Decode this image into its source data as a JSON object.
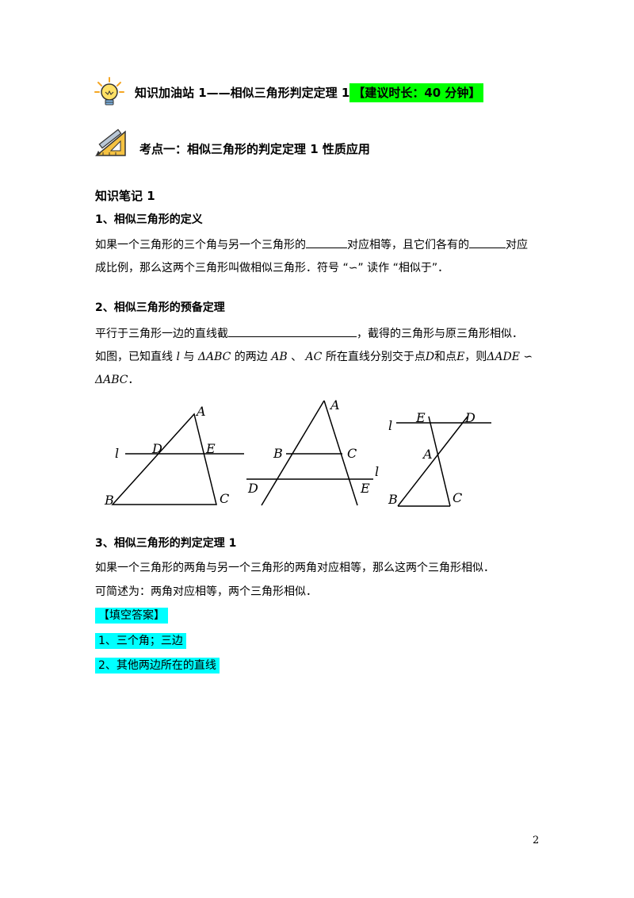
{
  "header": {
    "title_main": "知识加油站 1——相似三角形判定定理 1",
    "title_tag": "【建议时长：40 分钟】"
  },
  "exam_point": {
    "title": "考点一：相似三角形的判定定理 1 性质应用"
  },
  "notes": {
    "heading": "知识笔记 1",
    "s1": {
      "title": "1、相似三角形的定义",
      "line1_a": "如果一个三角形的三个角与另一个三角形的",
      "line1_b": "对应相等，且它们各有的",
      "line1_c": "对应",
      "line2": "成比例，那么这两个三角形叫做相似三角形．符号 “∽” 读作 “相似于”．"
    },
    "s2": {
      "title": "2、相似三角形的预备定理",
      "line1_a": "平行于三角形一边的直线截",
      "line1_b": "，截得的三角形与原三角形相似．",
      "line2_a": "如图，已知直线",
      "line2_l": "l",
      "line2_b": "与",
      "line2_abc": "ΔABC",
      "line2_c": "的两边",
      "line2_ab": "AB",
      "line2_d": "、",
      "line2_ac": "AC",
      "line2_e": "所在直线分别交于点",
      "line2_D": "D",
      "line2_f": "和点",
      "line2_E": "E",
      "line2_g": "，则",
      "line2_ade": "ΔADE ∽",
      "line3": "ΔABC",
      "line3_end": "．"
    },
    "s3": {
      "title": "3、相似三角形的判定定理 1",
      "line1": "如果一个三角形的两角与另一个三角形的两角对应相等，那么这两个三角形相似．",
      "line2": "可简述为：两角对应相等，两个三角形相似．"
    },
    "answers": {
      "heading": "【填空答案】",
      "a1": "1、三个角；三边",
      "a2": "2、其他两边所在的直线"
    }
  },
  "figures": {
    "fig1": {
      "A": "A",
      "B": "B",
      "C": "C",
      "D": "D",
      "E": "E",
      "l": "l"
    },
    "fig2": {
      "A": "A",
      "B": "B",
      "C": "C",
      "D": "D",
      "E": "E",
      "l": "l"
    },
    "fig3": {
      "A": "A",
      "B": "B",
      "C": "C",
      "D": "D",
      "E": "E",
      "l": "l"
    }
  },
  "page_number": "2",
  "icons": {
    "header": "lightbulb-icon",
    "exam_point": "pencil-ruler-icon"
  }
}
